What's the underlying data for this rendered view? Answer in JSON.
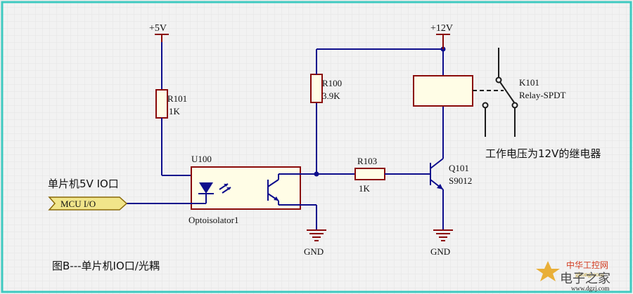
{
  "labels": {
    "vcc5": "+5V",
    "vcc12": "+12V",
    "r101_ref": "R101",
    "r101_val": "1K",
    "r100_ref": "R100",
    "r100_val": "3.9K",
    "r103_ref": "R103",
    "r103_val": "1K",
    "u100_ref": "U100",
    "u100_val": "Optoisolator1",
    "q101_ref": "Q101",
    "q101_val": "S9012",
    "k101_ref": "K101",
    "k101_val": "Relay-SPDT",
    "relay_note": "工作电压为12V的继电器",
    "mcu_heading": "单片机5V IO口",
    "mcu_port": "MCU I/O",
    "gnd1": "GND",
    "gnd2": "GND",
    "caption": "图B---单片机IO口/光耦",
    "wm_line1": "中华工控网",
    "wm_line2": "gkong.com",
    "wm_brand": "电子之家",
    "wm_url": "www.dgzj.com"
  },
  "colors": {
    "background": "#f2f2f2",
    "border": "#3ec9c0",
    "wire": "#0d0d8c",
    "component": "#8a0a0a",
    "component_fill": "#fffde6",
    "port_fill": "#f1e58a",
    "watermark": "#d23b1f"
  }
}
